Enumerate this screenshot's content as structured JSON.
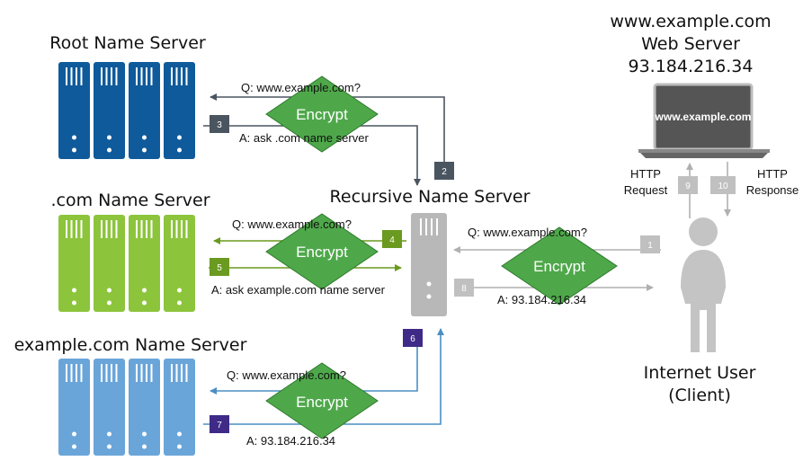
{
  "servers": {
    "root": {
      "title": "Root Name Server",
      "color": "#0f5a9b",
      "dark": "#0b4680"
    },
    "com": {
      "title": ".com Name Server",
      "color": "#8cc43c",
      "dark": "#74a82d"
    },
    "example": {
      "title": "example.com Name Server",
      "color": "#6aa5d9",
      "dark": "#4f8cc4"
    }
  },
  "recursive": {
    "title": "Recursive Name Server"
  },
  "web_server": {
    "line1": "www.example.com",
    "line2": "Web Server",
    "line3": "93.184.216.34",
    "screen_text": "www.example.com"
  },
  "user": {
    "line1": "Internet User",
    "line2": "(Client)"
  },
  "encrypt_label": "Encrypt",
  "messages": {
    "root_q": "Q: www.example.com?",
    "root_a": "A: ask .com name server",
    "com_q": "Q: www.example.com?",
    "com_a": "A: ask example.com name server",
    "ex_q": "Q: www.example.com?",
    "ex_a": "A: 93.184.216.34",
    "client_q": "Q: www.example.com?",
    "client_a": "A: 93.184.216.34",
    "http_req_1": "HTTP",
    "http_req_2": "Request",
    "http_resp_1": "HTTP",
    "http_resp_2": "Response"
  },
  "steps": [
    "1",
    "2",
    "3",
    "4",
    "5",
    "6",
    "7",
    "8",
    "9",
    "10"
  ],
  "colors": {
    "encrypt": "#4ea84a",
    "step_gray": "#4a5560",
    "step_green": "#6a9a1f",
    "step_purple": "#3f2a88",
    "step_light": "#c0c0c0",
    "arrow_root": "#4a5560",
    "arrow_green": "#6a9a1f",
    "arrow_blue": "#4a8fc4",
    "arrow_gray": "#b0b0b0"
  }
}
